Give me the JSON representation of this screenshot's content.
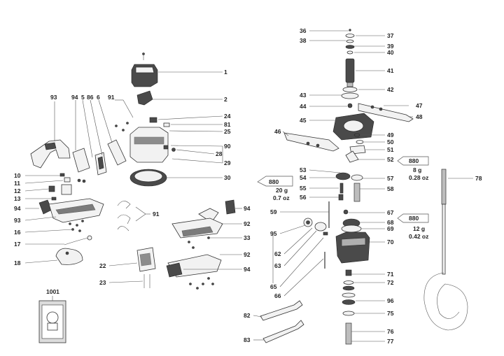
{
  "labels": {
    "p1": "1",
    "p2": "2",
    "p24": "24",
    "p81": "81",
    "p25": "25",
    "p90": "90",
    "p28": "28",
    "p29": "29",
    "p30": "30",
    "p93a": "93",
    "p94a": "94",
    "p5": "5",
    "p86": "86",
    "p6": "6",
    "p91a": "91",
    "p10": "10",
    "p11": "11",
    "p12": "12",
    "p13": "13",
    "p94b": "94",
    "p93b": "93",
    "p16": "16",
    "p17": "17",
    "p18": "18",
    "p91b": "91",
    "p22": "22",
    "p23": "23",
    "p94c": "94",
    "p92a": "92",
    "p33": "33",
    "p92b": "92",
    "p94d": "94",
    "p1001": "1001",
    "p36": "36",
    "p37": "37",
    "p38": "38",
    "p39": "39",
    "p40": "40",
    "p41": "41",
    "p42": "42",
    "p43": "43",
    "p44": "44",
    "p47": "47",
    "p48": "48",
    "p45": "45",
    "p46": "46",
    "p49": "49",
    "p50": "50",
    "p51": "51",
    "p52": "52",
    "p53": "53",
    "p54": "54",
    "p57": "57",
    "p55": "55",
    "p58": "58",
    "p56": "56",
    "p59": "59",
    "p67": "67",
    "p68": "68",
    "p69": "69",
    "p95": "95",
    "p70": "70",
    "p62": "62",
    "p63": "63",
    "p71": "71",
    "p72": "72",
    "p65": "65",
    "p66": "66",
    "p96": "96",
    "p75": "75",
    "p82": "82",
    "p76": "76",
    "p83": "83",
    "p77": "77",
    "p78": "78"
  },
  "grease": [
    {
      "code": "880",
      "weight": "20 g",
      "oz": "0.7 oz"
    },
    {
      "code": "880",
      "weight": "8 g",
      "oz": "0.28 oz"
    },
    {
      "code": "880",
      "weight": "12 g",
      "oz": "0.42 oz"
    }
  ]
}
